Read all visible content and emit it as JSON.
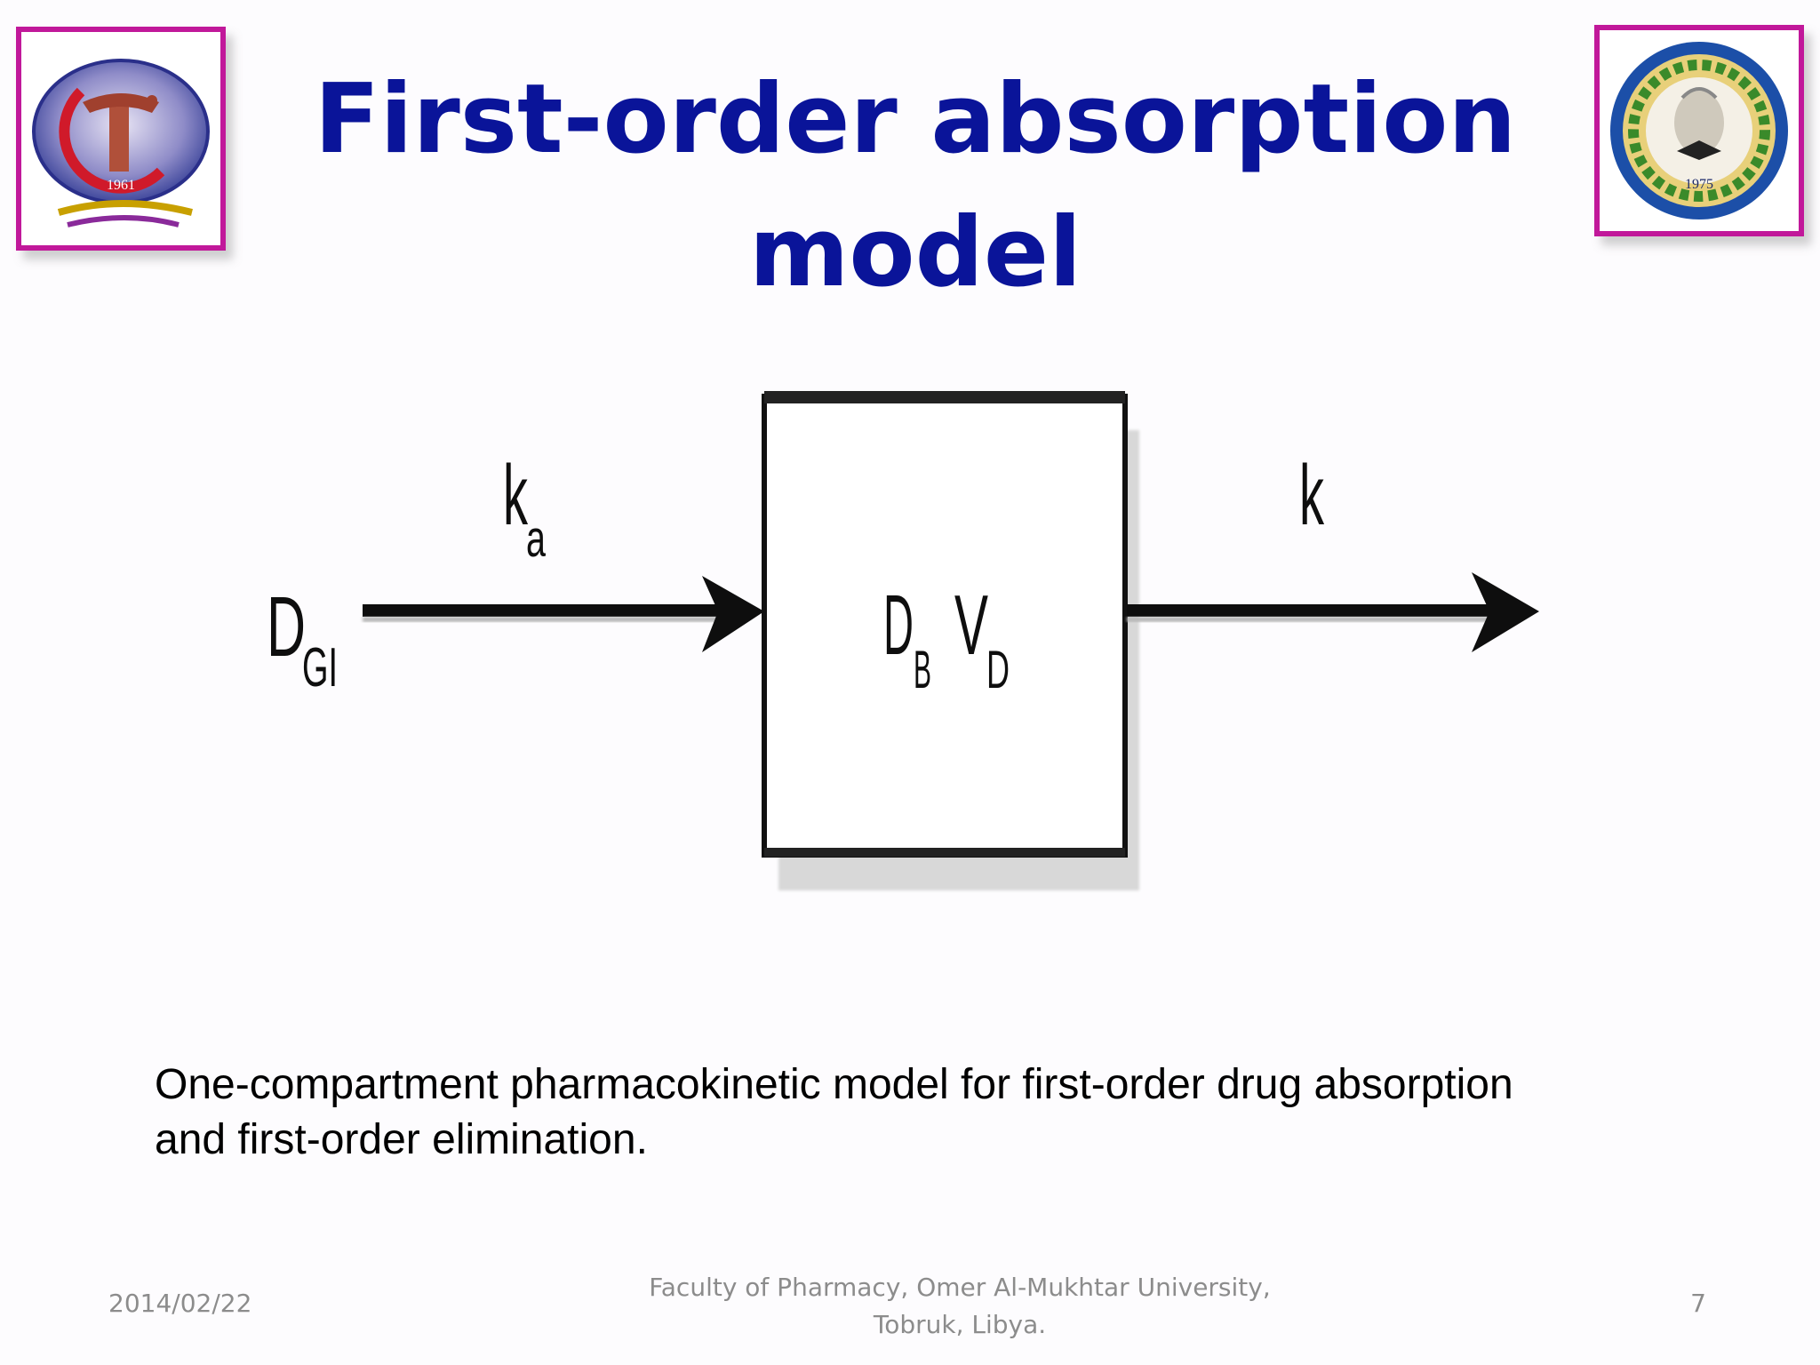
{
  "slide": {
    "title_line1": "First-order absorption",
    "title_line2": "model",
    "caption_line1": "One-compartment pharmacokinetic model for first-order drug absorption",
    "caption_line2": "and first-order elimination."
  },
  "diagram": {
    "input_label": "D",
    "input_subscript": "GI",
    "absorption_rate_label": "k",
    "absorption_rate_subscript": "a",
    "compartment_amount_label": "D",
    "compartment_amount_subscript": "B",
    "compartment_volume_label": "V",
    "compartment_volume_subscript": "D",
    "elimination_rate_label": "k"
  },
  "logos": {
    "left_year": "1961",
    "right_year": "1975"
  },
  "footer": {
    "date": "2014/02/22",
    "institution_line1": "Faculty of Pharmacy, Omer Al-Mukhtar University,",
    "institution_line2": "Tobruk, Libya.",
    "page_number": "7"
  },
  "colors": {
    "title": "#0a1499",
    "logo_border": "#c1189a",
    "footer_text": "#8c8c8c"
  }
}
